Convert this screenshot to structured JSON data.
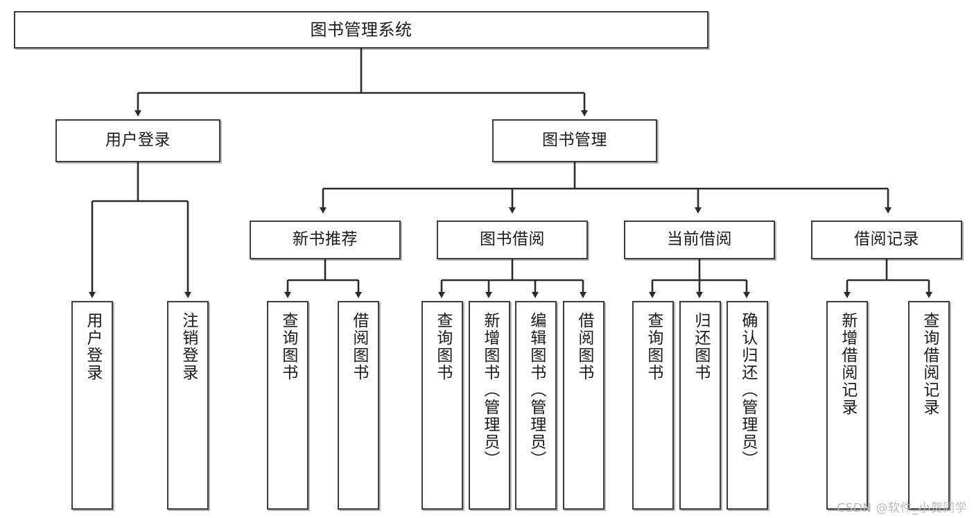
{
  "diagram": {
    "title": "图书管理系统",
    "type": "tree",
    "watermark": "CSDN @软件_小贺同学",
    "colors": {
      "box_border": "#3b3b3b",
      "box_fill": "#ffffff",
      "edge": "#2b2b2b",
      "text": "#1a1a1a",
      "watermark": "#b9b9b9"
    },
    "levels": {
      "root": [
        "图书管理系统"
      ],
      "level2": [
        "用户登录",
        "图书管理"
      ],
      "level3": [
        "新书推荐",
        "图书借阅",
        "当前借阅",
        "借阅记录"
      ],
      "leaves": [
        "用户登录",
        "注销登录",
        "查询图书",
        "借阅图书",
        "查询图书",
        "新增图书（管理员）",
        "编辑图书（管理员）",
        "借阅图书",
        "查询图书",
        "归还图书",
        "确认归还（管理员）",
        "新增借阅记录",
        "查询借阅记录"
      ]
    },
    "nodes": {
      "root": {
        "label": "图书管理系统"
      },
      "user_login": {
        "label": "用户登录"
      },
      "book_mgmt": {
        "label": "图书管理"
      },
      "new_book_rec": {
        "label": "新书推荐"
      },
      "book_borrow": {
        "label": "图书借阅"
      },
      "current_borrow": {
        "label": "当前借阅"
      },
      "borrow_record": {
        "label": "借阅记录"
      },
      "leaf_user_login": {
        "label": "用户登录"
      },
      "leaf_user_logout": {
        "label": "注销登录"
      },
      "leaf_nbr_query": {
        "label": "查询图书"
      },
      "leaf_nbr_borrow": {
        "label": "借阅图书"
      },
      "leaf_bb_query": {
        "label": "查询图书"
      },
      "leaf_bb_add": {
        "label": "新增图书（管理员）"
      },
      "leaf_bb_edit": {
        "label": "编辑图书（管理员）"
      },
      "leaf_bb_borrow": {
        "label": "借阅图书"
      },
      "leaf_cb_query": {
        "label": "查询图书"
      },
      "leaf_cb_return": {
        "label": "归还图书"
      },
      "leaf_cb_confirm": {
        "label": "确认归还（管理员）"
      },
      "leaf_br_add": {
        "label": "新增借阅记录"
      },
      "leaf_br_query": {
        "label": "查询借阅记录"
      }
    },
    "edges": [
      {
        "from": "root",
        "to": "user_login"
      },
      {
        "from": "root",
        "to": "book_mgmt"
      },
      {
        "from": "user_login",
        "to": "leaf_user_login"
      },
      {
        "from": "user_login",
        "to": "leaf_user_logout"
      },
      {
        "from": "book_mgmt",
        "to": "new_book_rec"
      },
      {
        "from": "book_mgmt",
        "to": "book_borrow"
      },
      {
        "from": "book_mgmt",
        "to": "current_borrow"
      },
      {
        "from": "book_mgmt",
        "to": "borrow_record"
      },
      {
        "from": "new_book_rec",
        "to": "leaf_nbr_query"
      },
      {
        "from": "new_book_rec",
        "to": "leaf_nbr_borrow"
      },
      {
        "from": "book_borrow",
        "to": "leaf_bb_query"
      },
      {
        "from": "book_borrow",
        "to": "leaf_bb_add"
      },
      {
        "from": "book_borrow",
        "to": "leaf_bb_edit"
      },
      {
        "from": "book_borrow",
        "to": "leaf_bb_borrow"
      },
      {
        "from": "current_borrow",
        "to": "leaf_cb_query"
      },
      {
        "from": "current_borrow",
        "to": "leaf_cb_return"
      },
      {
        "from": "current_borrow",
        "to": "leaf_cb_confirm"
      },
      {
        "from": "borrow_record",
        "to": "leaf_br_add"
      },
      {
        "from": "borrow_record",
        "to": "leaf_br_query"
      }
    ]
  }
}
